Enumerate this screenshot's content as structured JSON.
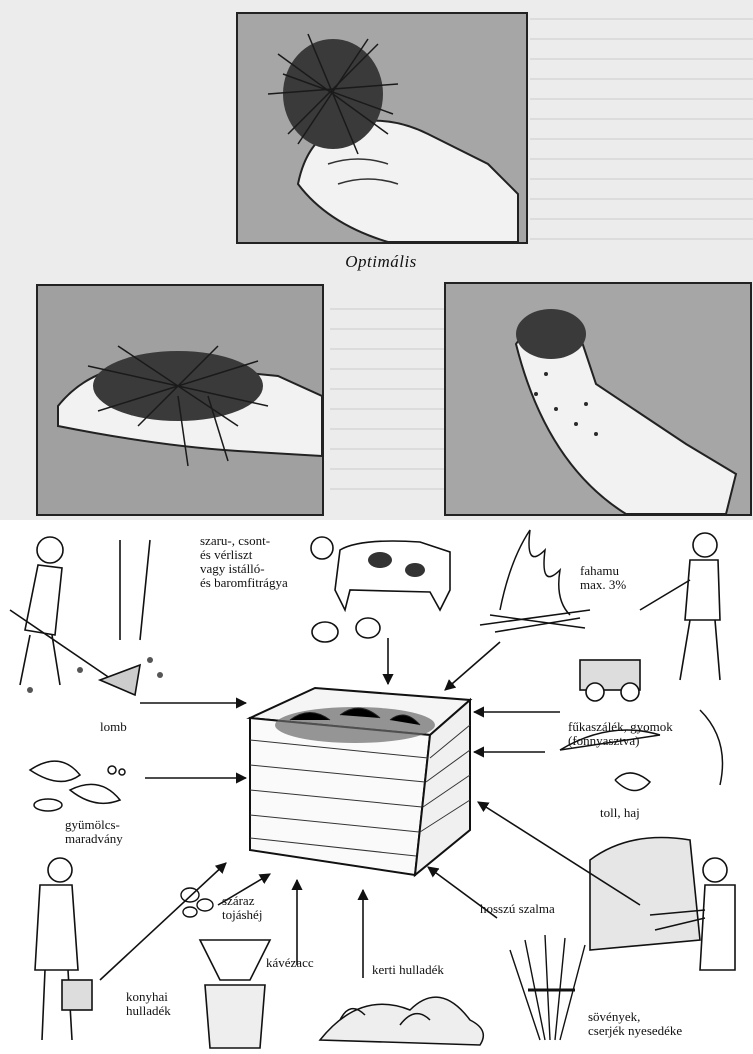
{
  "photos": {
    "optimal_caption": "Optimális"
  },
  "diagram": {
    "labels": {
      "manure": "szaru-, csont-\nés vérliszt\nvagy istálló-\nés baromfitrágya",
      "ash": "fahamu\nmax. 3%",
      "leaves": "lomb",
      "grass": "fűkaszálék, gyomok\n(fonnyasztva)",
      "fruit": "gyümölcs-\nmaradvány",
      "feathers": "toll, haj",
      "eggshell": "száraz\ntojáshéj",
      "coffee": "kávézacc",
      "garden": "kerti hulladék",
      "straw": "hosszú szalma",
      "kitchen": "konyhai\nhulladék",
      "hedges": "sövények,\ncserjék nyesedéke"
    }
  }
}
